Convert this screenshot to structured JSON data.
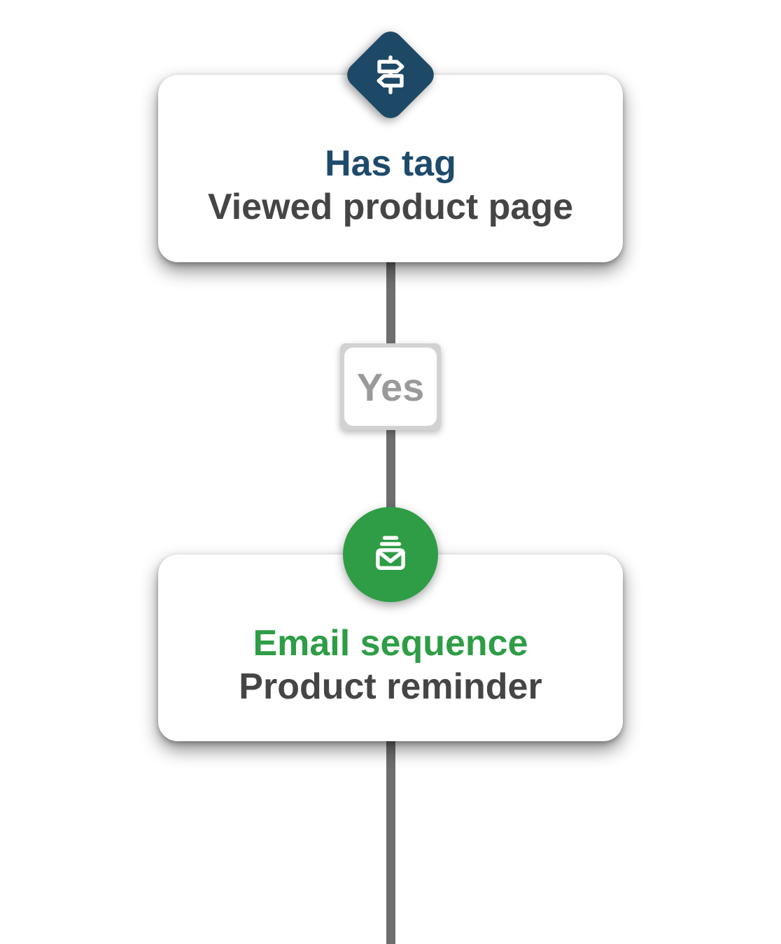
{
  "flow": {
    "condition_node": {
      "title": "Has tag",
      "subtitle": "Viewed product page",
      "icon": "signpost-icon",
      "accent_color": "#1e4b6b",
      "badge_color": "#1d4966",
      "badge_shape": "diamond"
    },
    "branch": {
      "label": "Yes"
    },
    "action_node": {
      "title": "Email sequence",
      "subtitle": "Product reminder",
      "icon": "email-sequence-icon",
      "accent_color": "#2e9d46",
      "badge_color": "#2e9d46",
      "badge_shape": "circle"
    }
  },
  "colors": {
    "background": "#ffffff",
    "connector_line": "#6e6e6e",
    "subtitle_text": "#454545",
    "branch_label_text": "#9a9a9a",
    "branch_label_frame": "#d2d2d2",
    "card_background": "#ffffff"
  }
}
